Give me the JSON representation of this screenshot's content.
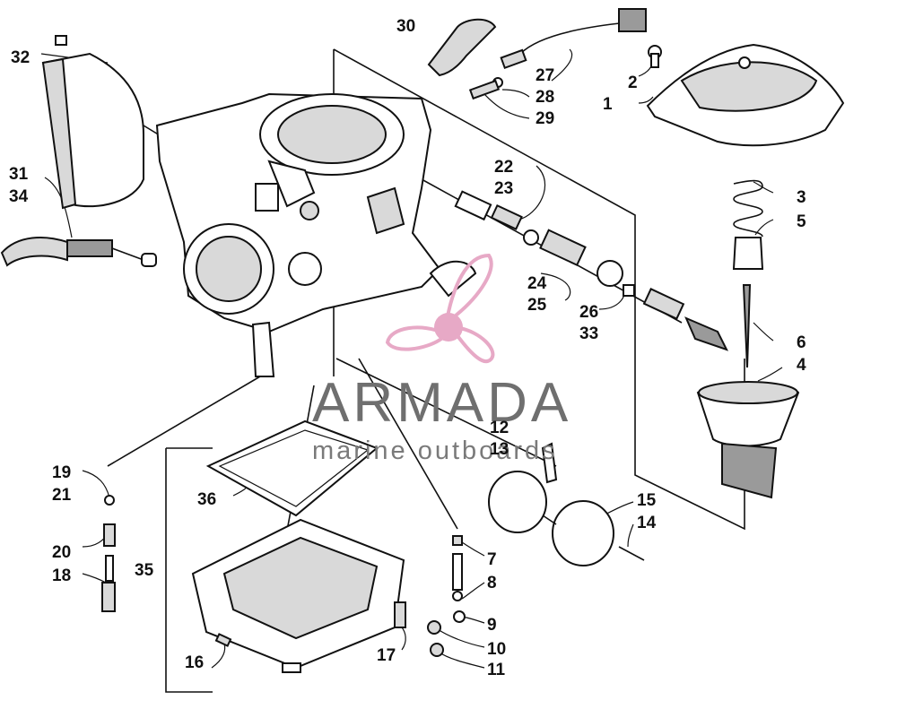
{
  "watermark": {
    "brand": "ARMADA",
    "tagline": "marine outboards",
    "accent_color": "#e7a9c6",
    "text_color": "#707070"
  },
  "callouts": [
    "1",
    "2",
    "3",
    "4",
    "5",
    "6",
    "7",
    "8",
    "9",
    "10",
    "11",
    "12",
    "13",
    "14",
    "15",
    "16",
    "17",
    "18",
    "19",
    "20",
    "21",
    "22",
    "23",
    "24",
    "25",
    "26",
    "27",
    "28",
    "29",
    "30",
    "31",
    "32",
    "33",
    "34",
    "35",
    "36"
  ]
}
